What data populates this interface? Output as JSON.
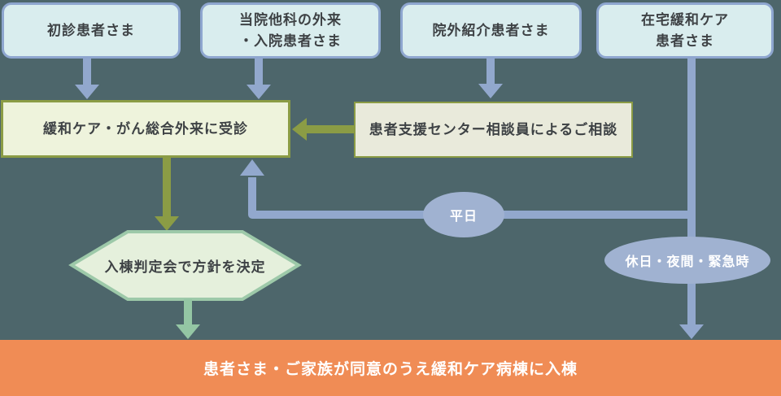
{
  "nodes": {
    "first_visit": "初診患者さま",
    "other_department": {
      "line1": "当院他科の外来",
      "line2": "・入院患者さま"
    },
    "referral": "院外紹介患者さま",
    "home_care": {
      "line1": "在宅緩和ケア",
      "line2": "患者さま"
    },
    "outpatient_clinic": "緩和ケア・がん総合外来に受診",
    "support_center": "患者支援センター相談員によるご相談",
    "decision_meeting": "入棟判定会で方針を決定",
    "admission": "患者さま・ご家族が同意のうえ緩和ケア病棟に入棟"
  },
  "labels": {
    "weekday": "平日",
    "holiday": "休日・夜間・緊急時"
  },
  "colors": {
    "background": "#4d666b",
    "patient_box_fill": "#d9edee",
    "patient_box_border": "#8ea6cf",
    "blue_connector": "#92a8cd",
    "clinic_box_fill": "#eef3dc",
    "olive_border": "#8b9c45",
    "consult_box_fill": "#e9eadb",
    "hexagon_fill": "#e5f0dc",
    "hexagon_border": "#9dc9a9",
    "pale_green_arrow": "#94c6a4",
    "badge_fill": "#a0b2d1",
    "admission_bar_fill": "#f08c55",
    "dark_text": "#3e4245",
    "light_text": "#ffffff"
  }
}
